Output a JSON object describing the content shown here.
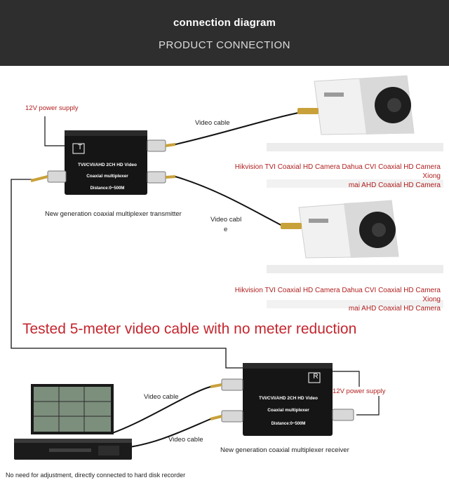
{
  "header": {
    "title": "connection diagram",
    "subtitle": "PRODUCT CONNECTION"
  },
  "transmitter": {
    "power_label": "12V power supply",
    "badge": "T",
    "line1": "TVI/CVI/AHD 2CH HD Video",
    "line2": "Coaxial multiplexer",
    "line3": "Distance:0~500M",
    "caption": "New generation coaxial multiplexer transmitter"
  },
  "cables": {
    "top": "Video cable",
    "mid_line1": "Video cabl",
    "mid_line2": "e",
    "nvr_upper": "Video cable",
    "nvr_lower": "Video cable"
  },
  "cameras": {
    "label_top_line1": "Hikvision TVI Coaxial HD Camera Dahua CVI Coaxial HD Camera Xiong",
    "label_top_line2": "mai AHD Coaxial HD Camera",
    "label_bottom_line1": "Hikvision TVI Coaxial HD Camera Dahua CVI Coaxial HD Camera Xiong",
    "label_bottom_line2": "mai AHD Coaxial HD Camera"
  },
  "banner": "Tested 5-meter video cable with no meter reduction",
  "receiver": {
    "badge": "R",
    "power_label": "12V power supply",
    "line1": "TVI/CVI/AHD 2CH HD Video",
    "line2": "Coaxial multiplexer",
    "line3": "Distance:0~500M",
    "caption": "New generation coaxial multiplexer receiver"
  },
  "nvr_caption": "No need for adjustment, directly connected to hard disk recorder",
  "colors": {
    "header_bg": "#2e2e2e",
    "accent_red": "#c4262e",
    "device_body": "#151515"
  }
}
